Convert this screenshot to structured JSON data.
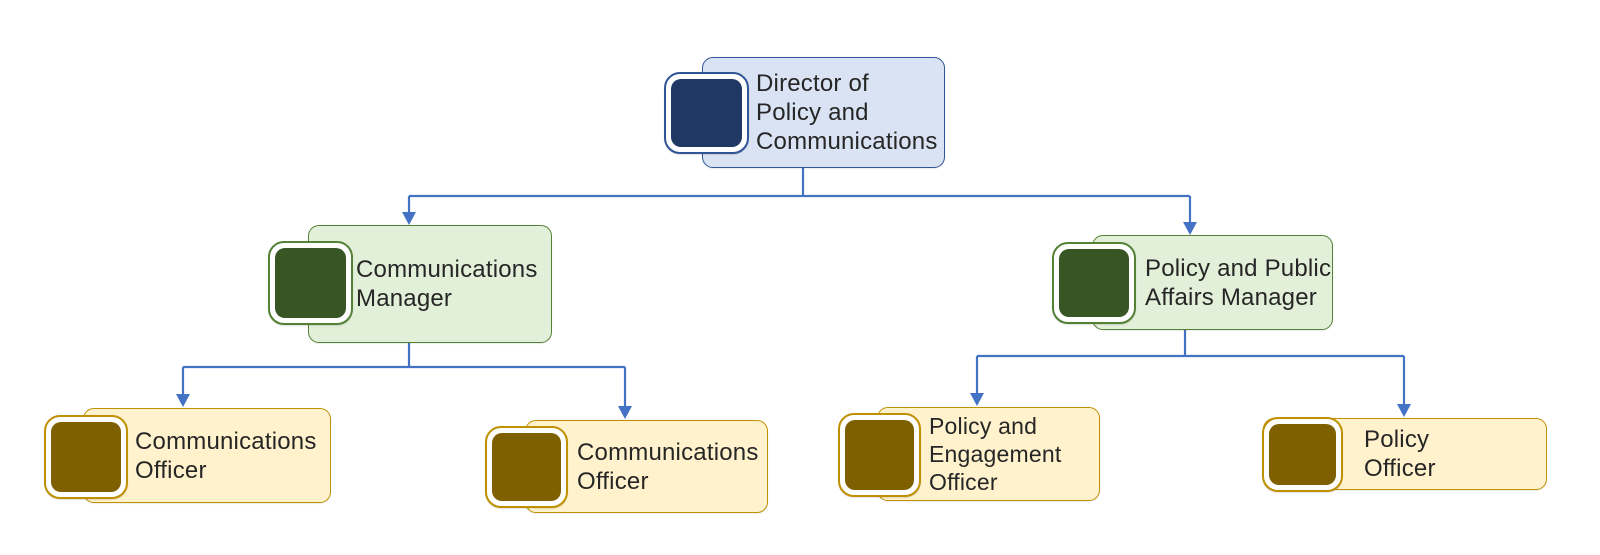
{
  "diagram": {
    "type": "org-chart",
    "nodes": [
      {
        "id": "director",
        "label": "Director of Policy and Communications",
        "lines": [
          "Director of",
          "Policy and",
          "Communications"
        ],
        "level": 1,
        "theme": "blue",
        "reports_to": null
      },
      {
        "id": "communications-manager",
        "label": "Communications Manager",
        "lines": [
          "Communications",
          "Manager"
        ],
        "level": 2,
        "theme": "green",
        "reports_to": "director"
      },
      {
        "id": "policy-public-affairs-manager",
        "label": "Policy and Public Affairs Manager",
        "lines": [
          "Policy and Public",
          "Affairs Manager"
        ],
        "level": 2,
        "theme": "green",
        "reports_to": "director"
      },
      {
        "id": "communications-officer-1",
        "label": "Communications Officer",
        "lines": [
          "Communications",
          "Officer"
        ],
        "level": 3,
        "theme": "gold",
        "reports_to": "communications-manager"
      },
      {
        "id": "communications-officer-2",
        "label": "Communications Officer",
        "lines": [
          "Communications",
          "Officer"
        ],
        "level": 3,
        "theme": "gold",
        "reports_to": "communications-manager"
      },
      {
        "id": "policy-engagement-officer",
        "label": "Policy and Engagement Officer",
        "lines": [
          "Policy and",
          "Engagement",
          "Officer"
        ],
        "level": 3,
        "theme": "gold",
        "reports_to": "policy-public-affairs-manager"
      },
      {
        "id": "policy-officer",
        "label": "Policy Officer",
        "lines": [
          "Policy",
          "Officer"
        ],
        "level": 3,
        "theme": "gold",
        "reports_to": "policy-public-affairs-manager"
      }
    ],
    "icons": [
      {
        "name": "role-picture-icon",
        "shape": "rounded-square-placeholder"
      }
    ]
  },
  "palette": {
    "page-bg": "#ffffff",
    "text": "#262626",
    "connector": "#4472c4",
    "blue-fill": "#dae3f3",
    "blue-border": "#2f5597",
    "blue-icon": "#203864",
    "green-fill": "#e2efd9",
    "green-border": "#538135",
    "green-icon": "#375623",
    "gold-fill": "#fff2cc",
    "gold-border": "#bf9000",
    "gold-icon": "#7f6000"
  }
}
